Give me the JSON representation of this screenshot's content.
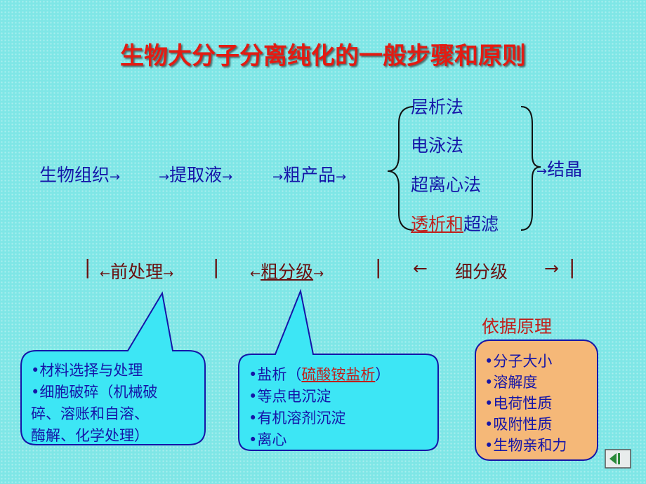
{
  "title": "生物大分子分离纯化的一般步骤和原则",
  "flow": {
    "step1": "生物组织",
    "step2": "提取液",
    "step3": "粗产品",
    "result": "结晶",
    "arrow": "→"
  },
  "methods": {
    "m1": "层析法",
    "m2": "电泳法",
    "m3": "超离心法",
    "m4_part1": "透析和",
    "m4_part2": "超滤"
  },
  "stages": {
    "pre": "前处理",
    "coarse": "粗分级",
    "fine": "细分级",
    "bar": "|",
    "left_arrow": "←",
    "right_arrow": "→"
  },
  "callout_pre": {
    "line1": "•材料选择与处理",
    "line2": "•细胞破碎（机械破",
    "line3": "碎、溶账和自溶、",
    "line4": "酶解、化学处理）"
  },
  "callout_coarse": {
    "line1_a": "•盐析（",
    "line1_b": "硫酸铵盐析",
    "line1_c": "）",
    "line2": "•等点电沉淀",
    "line3": "•有机溶剂沉淀",
    "line4": "•离心"
  },
  "principles": {
    "heading": "依据原理",
    "items": [
      "•分子大小",
      "•溶解度",
      "•电荷性质",
      "•吸附性质",
      "•生物亲和力"
    ]
  },
  "colors": {
    "background": "#7fe6e6",
    "title": "#e31b12",
    "text_blue": "#1515a8",
    "text_red": "#c0201c",
    "callout_fill": "#3de6f5",
    "principle_fill": "#f5b878"
  }
}
